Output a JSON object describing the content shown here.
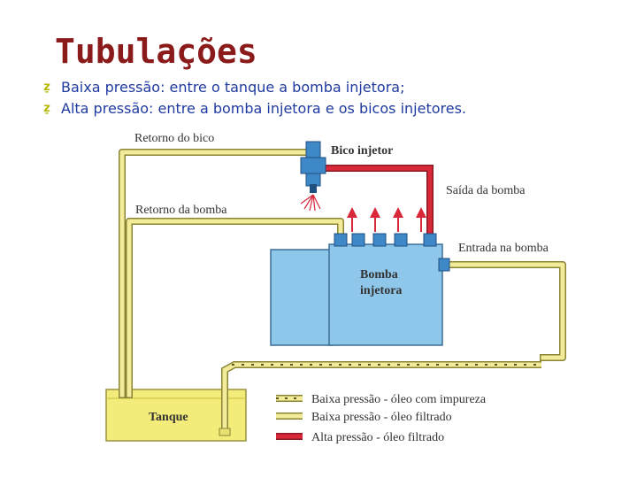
{
  "slide": {
    "title": "Tubulações",
    "bullets": [
      "Baixa pressão: entre o tanque a bomba injetora;",
      "Alta pressão: entre a bomba injetora e os bicos injetores."
    ],
    "bullet_icon": "z-glyph-bullet-icon"
  },
  "diagram": {
    "labels": {
      "retorno_bico": "Retorno do bico",
      "bico_injetor": "Bico injetor",
      "saida_bomba": "Saída da bomba",
      "retorno_bomba": "Retorno da bomba",
      "entrada_bomba": "Entrada na bomba",
      "bomba_line1": "Bomba",
      "bomba_line2": "injetora",
      "tanque": "Tanque"
    },
    "legend": [
      {
        "text": "Baixa pressão - óleo com impureza",
        "style": "dashed-yellow"
      },
      {
        "text": "Baixa pressão - óleo filtrado",
        "style": "yellow"
      },
      {
        "text": "Alta pressão - óleo filtrado",
        "style": "red"
      }
    ],
    "colors": {
      "low_pressure": "#f2ec9a",
      "low_pressure_outline": "#8a8434",
      "high_pressure": "#d8283a",
      "pump": "#8ec7ea",
      "tank_fill": "#f4ec7a",
      "fitting": "#3f88c8"
    }
  }
}
